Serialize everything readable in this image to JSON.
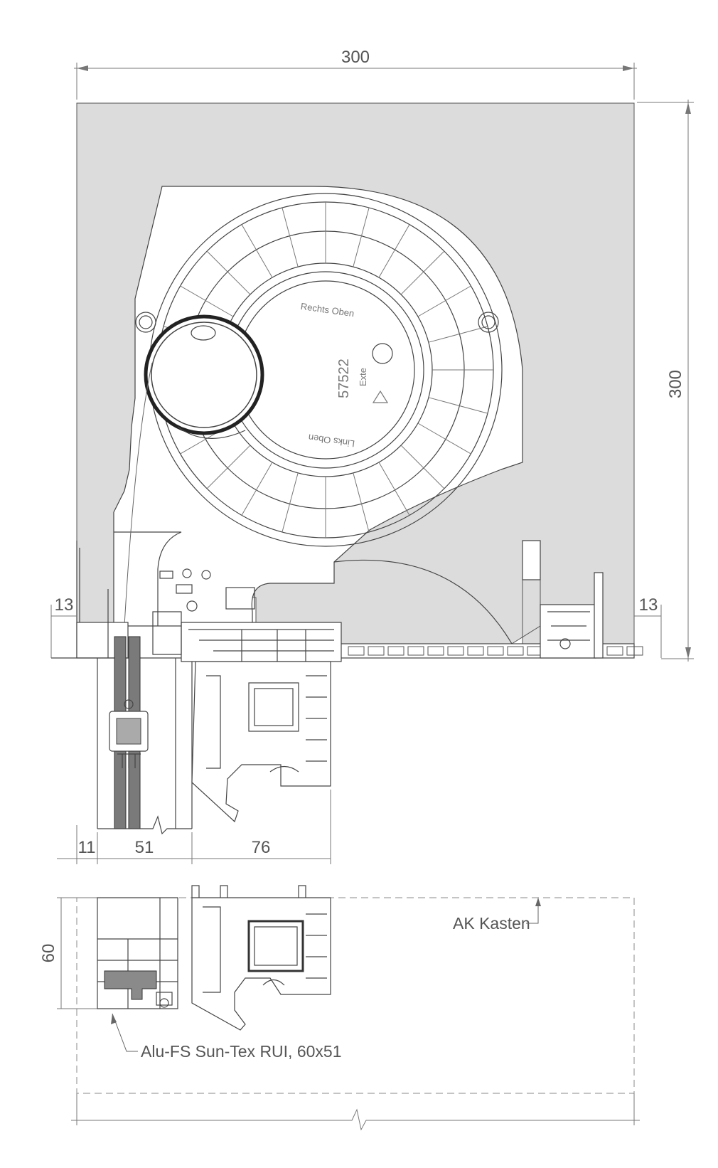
{
  "dimensions": {
    "box_width": "300",
    "box_height": "300",
    "side_left": "13",
    "side_right": "13",
    "bottom_a": "11",
    "bottom_b": "51",
    "bottom_c": "76",
    "section_height": "60"
  },
  "stamps": {
    "top_text": "Rechts Oben",
    "bottom_text": "Links Oben",
    "article": "57522",
    "logo": "Exte"
  },
  "labels": {
    "ak_kasten": "AK Kasten",
    "guide_rail": "Alu-FS Sun-Tex RUI, 60x51"
  },
  "colors": {
    "insulation": "#dcdcdc",
    "line": "#444444",
    "dark_fill": "#7a7a7a"
  }
}
